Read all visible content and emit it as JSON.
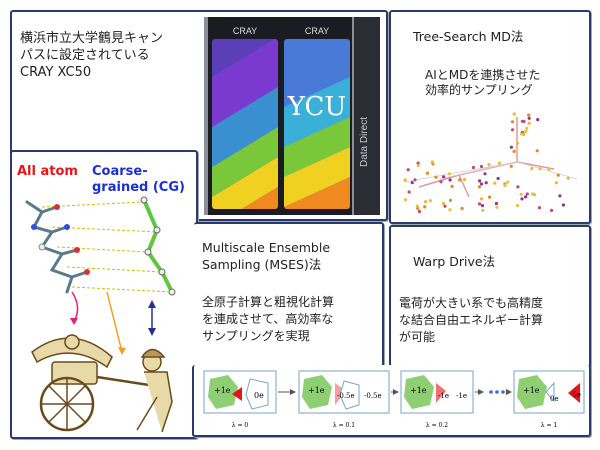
{
  "cray_panel": {
    "caption_lines": [
      "横浜市立大学鶴見キャン",
      "パスに設定されている",
      "CRAY XC50"
    ],
    "cabinet_labels": [
      "CRAY",
      "CRAY"
    ],
    "logo_text": "YCU",
    "side_text": "Data Direct"
  },
  "tree_panel": {
    "title": "Tree-Search MD法",
    "desc_lines": [
      "AIとMDを連携させた",
      "効率的サンプリング"
    ]
  },
  "mses_panel": {
    "all_atom_label": "All atom",
    "cg_label_lines": [
      "Coarse-",
      "grained (CG)"
    ],
    "title_lines": [
      "Multiscale Ensemble",
      "Sampling (MSES)法"
    ],
    "desc_lines": [
      "全原子計算と粗視化計算",
      "を連成させて、高効率な",
      "サンプリングを実現"
    ]
  },
  "warp_panel": {
    "title": "Warp Drive法",
    "desc_lines": [
      "電荷が大きい系でも高精度",
      "な結合自由エネルギー計算",
      "が可能"
    ],
    "states": [
      {
        "left": "+1e",
        "right": "0e",
        "lambda": "λ = 0"
      },
      {
        "left": "+1e",
        "mid": "-0.5e",
        "right": "-0.5e",
        "lambda": "λ = 0.1"
      },
      {
        "left": "+1e",
        "right": "-1e",
        "extra": "-1e",
        "lambda": "λ = 0.2"
      },
      {
        "left": "+1e",
        "mid": "0e",
        "right": "-5e",
        "lambda": "λ = 1"
      }
    ]
  },
  "colors": {
    "frame": "#2c3a6b",
    "all_atom": "#e8161b",
    "cg": "#1a2fd4"
  }
}
